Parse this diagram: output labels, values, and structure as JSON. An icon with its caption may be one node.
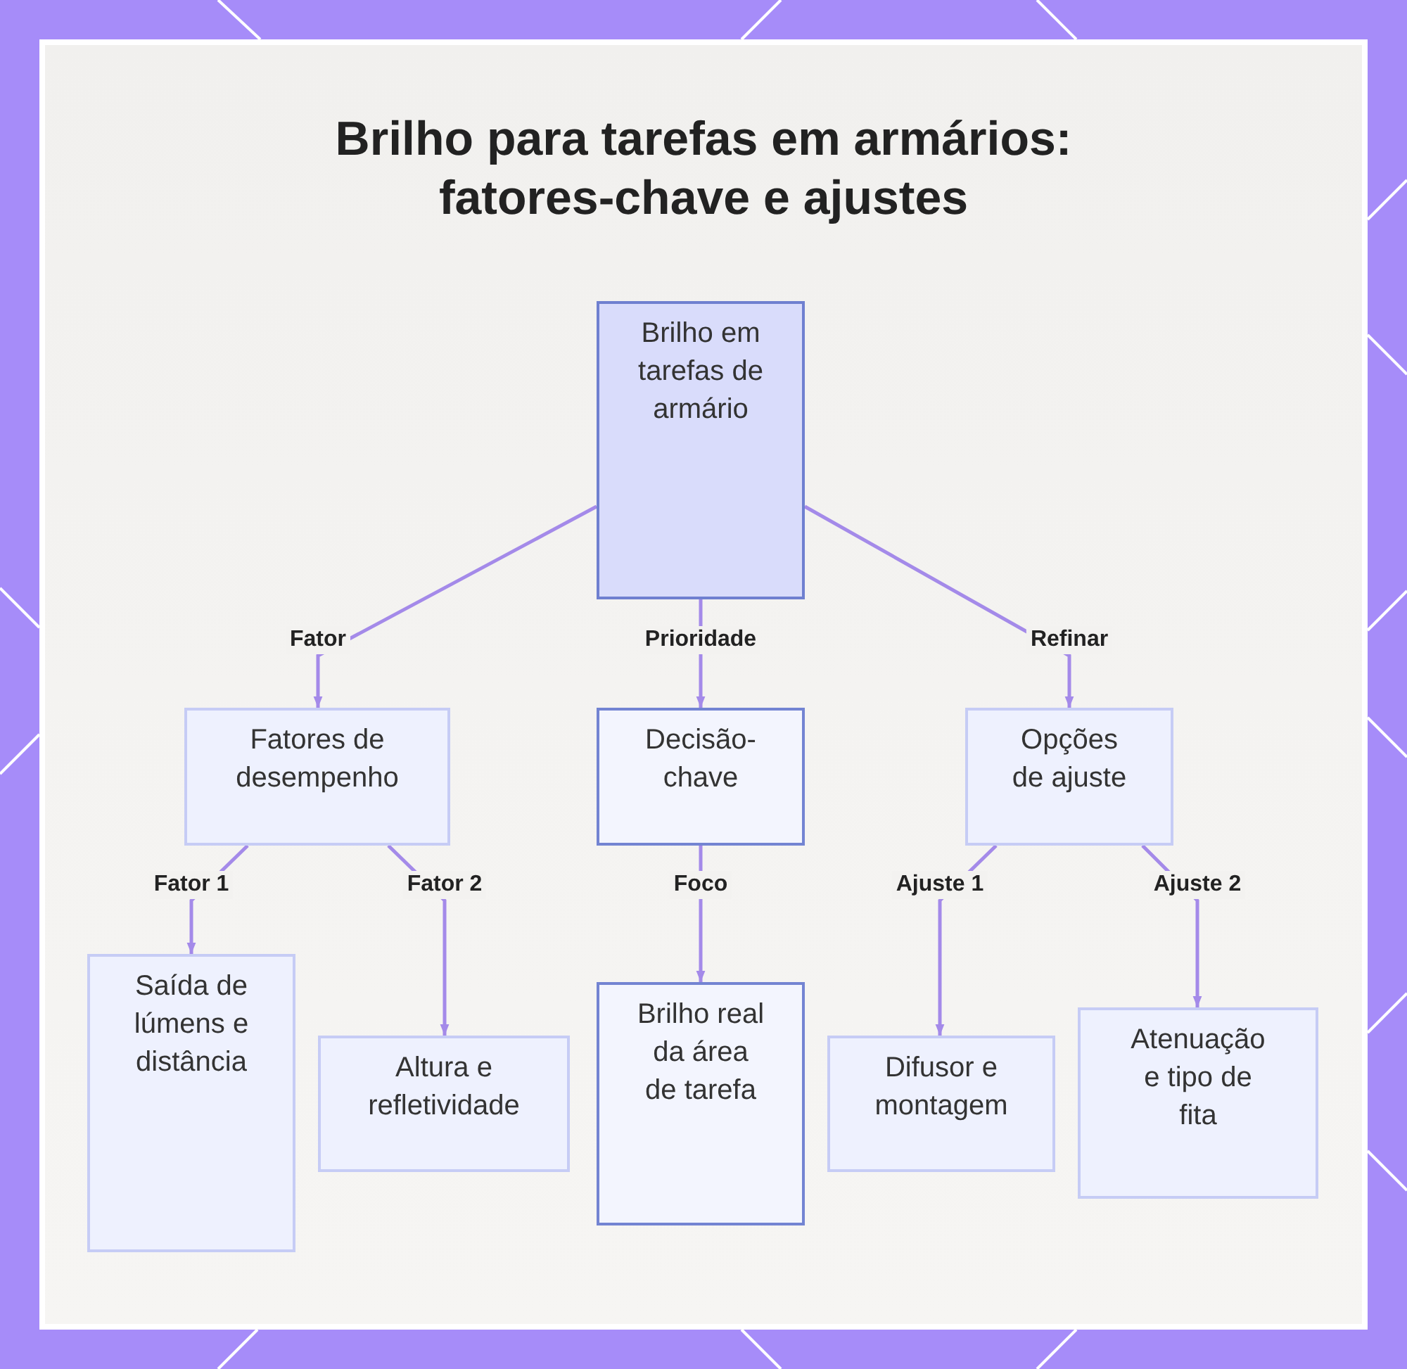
{
  "diagram": {
    "title": "Brilho para tarefas em armários: fatores-chave e ajustes",
    "nodes": [
      {
        "text": [
          "Brilho em tarefas de armário"
        ]
      },
      {
        "text": [
          "Fatores de desempenho"
        ]
      },
      {
        "text": [
          "Decisão-chave"
        ]
      },
      {
        "text": [
          "Opções de ajuste"
        ]
      },
      {
        "text": [
          "Saída de lúmens e distância"
        ]
      },
      {
        "text": [
          "Altura e refletividade"
        ]
      },
      {
        "text": [
          "Brilho real da área de tarefa"
        ]
      },
      {
        "text": [
          "Difusor e montagem"
        ]
      },
      {
        "text": [
          "Atenuação e tipo de fita"
        ]
      }
    ],
    "edges": [
      {
        "from": 0,
        "to": 1,
        "arrow": "to",
        "label": "Fator"
      },
      {
        "from": 0,
        "to": 2,
        "arrow": "to",
        "label": "Prioridade"
      },
      {
        "from": 0,
        "to": 3,
        "arrow": "to",
        "label": "Refinar"
      },
      {
        "from": 1,
        "to": 4,
        "arrow": "to",
        "label": "Fator 1"
      },
      {
        "from": 1,
        "to": 5,
        "arrow": "to",
        "label": "Fator 2"
      },
      {
        "from": 2,
        "to": 6,
        "arrow": "to",
        "label": "Foco"
      },
      {
        "from": 3,
        "to": 7,
        "arrow": "to",
        "label": "Ajuste 1"
      },
      {
        "from": 3,
        "to": 8,
        "arrow": "to",
        "label": "Ajuste 2"
      }
    ]
  }
}
